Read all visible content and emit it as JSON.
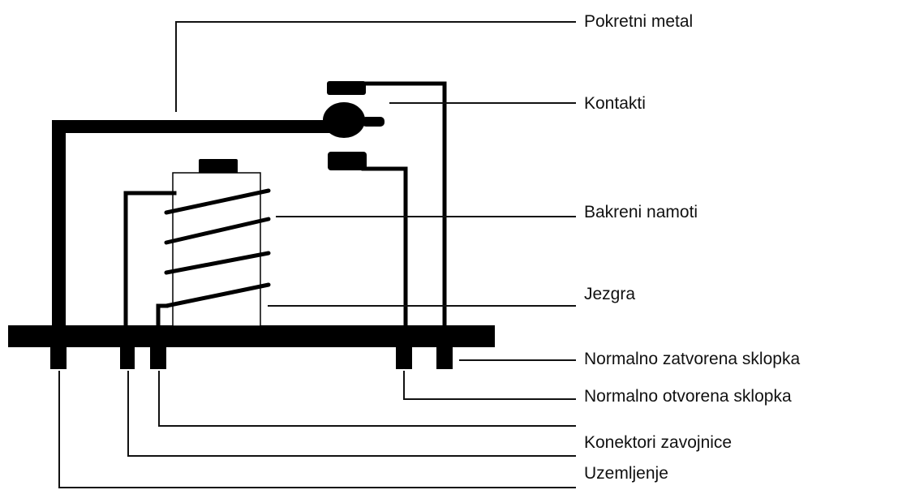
{
  "diagram": {
    "labels": {
      "moving_metal": "Pokretni metal",
      "contacts": "Kontakti",
      "copper_windings": "Bakreni namoti",
      "core": "Jezgra",
      "normally_closed": "Normalno zatvorena sklopka",
      "normally_open": "Normalno otvorena sklopka",
      "coil_connectors": "Konektori zavojnice",
      "ground": "Uzemljenje"
    }
  }
}
